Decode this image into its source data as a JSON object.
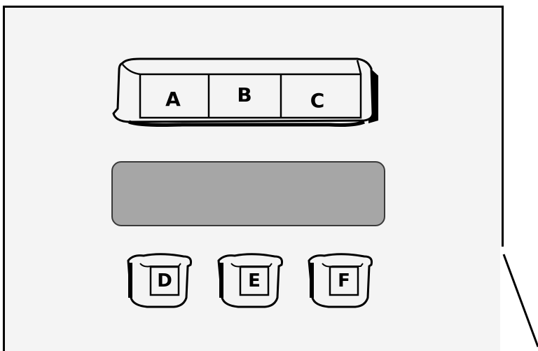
{
  "keypad": {
    "top_row": [
      {
        "label": "A"
      },
      {
        "label": "B"
      },
      {
        "label": "C"
      }
    ],
    "bottom_row": [
      {
        "label": "D"
      },
      {
        "label": "E"
      },
      {
        "label": "F"
      }
    ]
  },
  "display": {
    "text": ""
  },
  "colors": {
    "display_fill": "#a6a6a6",
    "panel_fill": "#f4f4f4",
    "outline": "#000000"
  }
}
